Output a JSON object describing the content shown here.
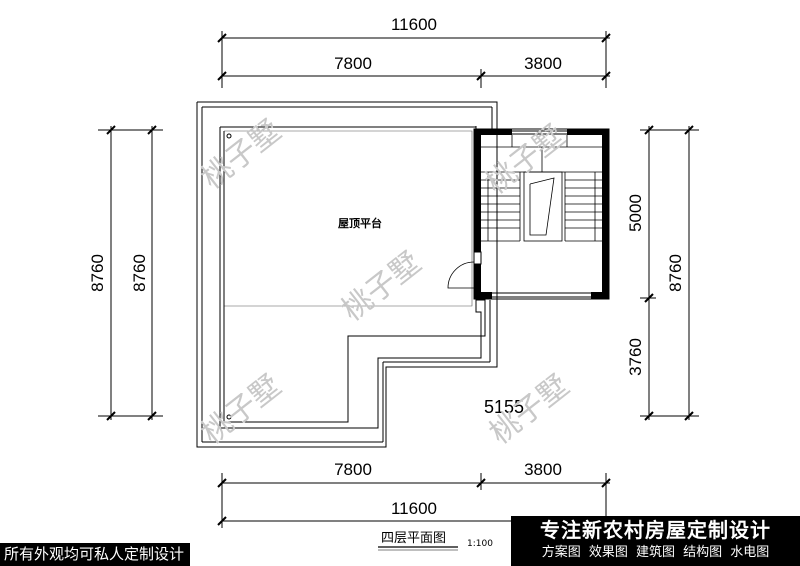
{
  "dimensions": {
    "top_total": "11600",
    "top_left": "7800",
    "top_right": "3800",
    "bottom_left": "7800",
    "bottom_right": "3800",
    "bottom_total": "11600",
    "left_outer": "8760",
    "left_inner": "8760",
    "right_upper": "5000",
    "right_lower": "3760",
    "right_total": "8760"
  },
  "room_label": "屋顶平台",
  "level_mark": "5155",
  "watermark": "桃子墅",
  "drawing_title": "四层平面图",
  "scale": "1:100",
  "banner_left": "所有外观均可私人定制设计",
  "banner_right": {
    "title": "专注新农村房屋定制设计",
    "services": "方案图 效果图 建筑图 结构图 水电图"
  }
}
